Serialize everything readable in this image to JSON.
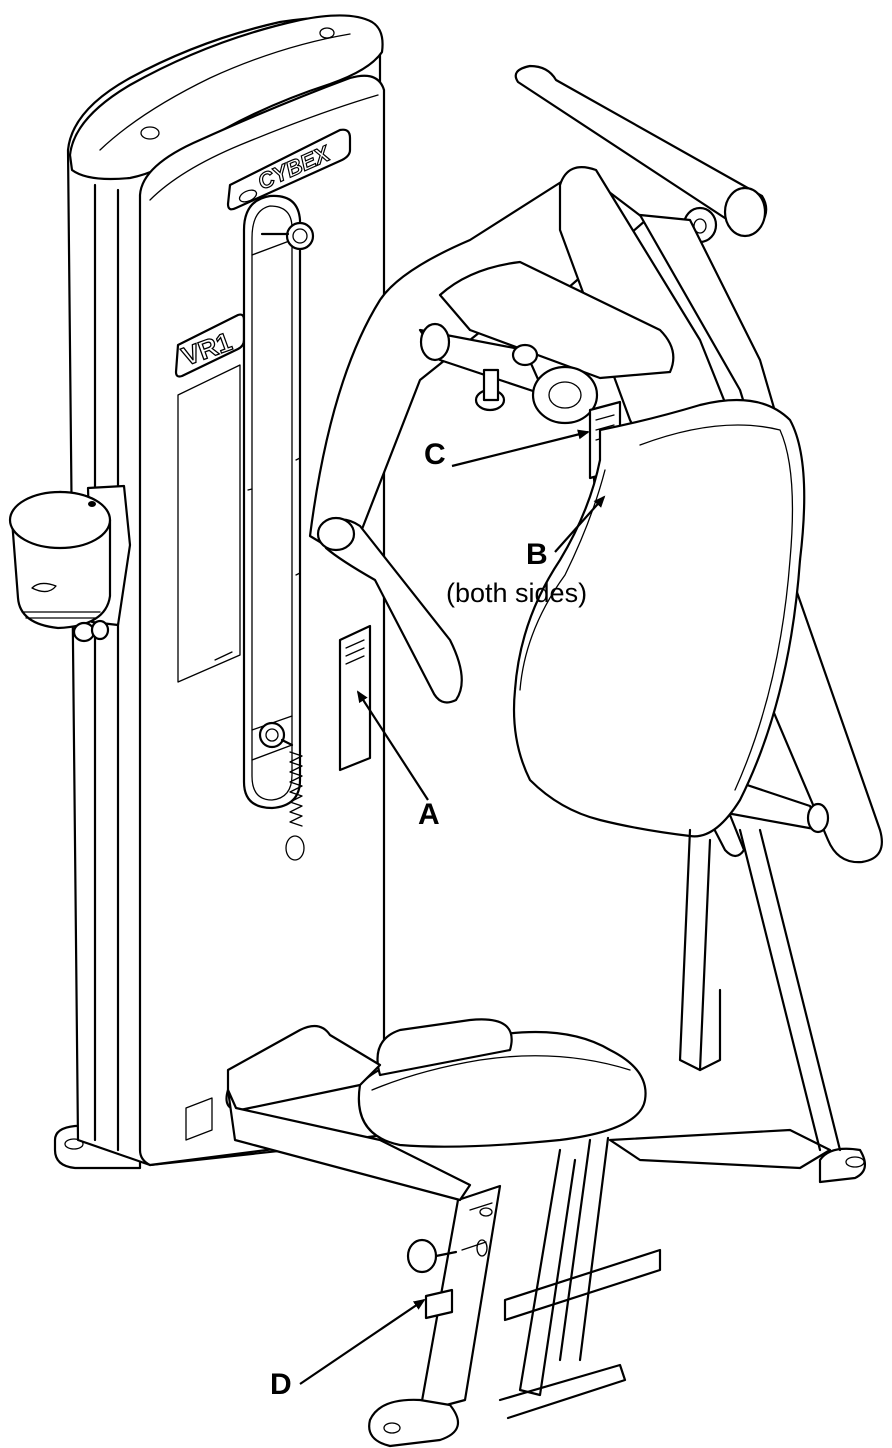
{
  "brand": "CYBEX",
  "model": "VR1",
  "callouts": {
    "a": {
      "letter": "A"
    },
    "b": {
      "letter": "B",
      "note": "(both sides)"
    },
    "c": {
      "letter": "C"
    },
    "d": {
      "letter": "D"
    }
  },
  "colors": {
    "line": "#000000",
    "background": "#ffffff"
  }
}
